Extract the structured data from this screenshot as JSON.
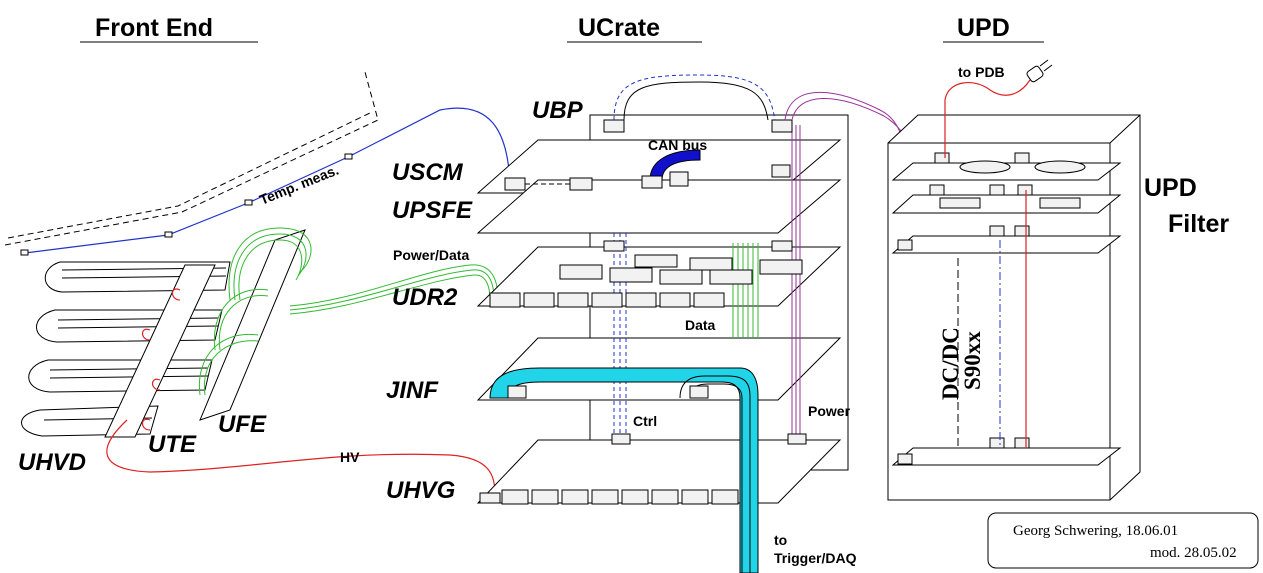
{
  "headers": {
    "front_end": "Front End",
    "ucrate": "UCrate",
    "upd": "UPD"
  },
  "labels": {
    "ubp": "UBP",
    "uscm": "USCM",
    "upsfe": "UPSFE",
    "udr2": "UDR2",
    "jinf": "JINF",
    "uhvg": "UHVG",
    "uhvd": "UHVD",
    "ute": "UTE",
    "ufe": "UFE"
  },
  "annotations": {
    "temp_meas": "Temp. meas.",
    "power_data": "Power/Data",
    "can_bus": "CAN bus",
    "data": "Data",
    "ctrl": "Ctrl",
    "power": "Power",
    "hv": "HV",
    "to_pdb": "to PDB",
    "to_trigger_line1": "to",
    "to_trigger_line2": "Trigger/DAQ",
    "upd_filter_line1": "UPD",
    "upd_filter_line2": "Filter",
    "dcdc": "DC/DC",
    "s90xx": "S90xx"
  },
  "credit": {
    "line1": "Georg Schwering, 18.06.01",
    "line2": "mod. 28.05.02"
  },
  "colors": {
    "temp_cable": "#2233cc",
    "hv_cable": "#dd2222",
    "power_data_cable": "#33bb33",
    "can_bus": "#1111cc",
    "trigger_bus": "#22d4e8",
    "power_cable": "#993399",
    "outline": "#000000"
  }
}
